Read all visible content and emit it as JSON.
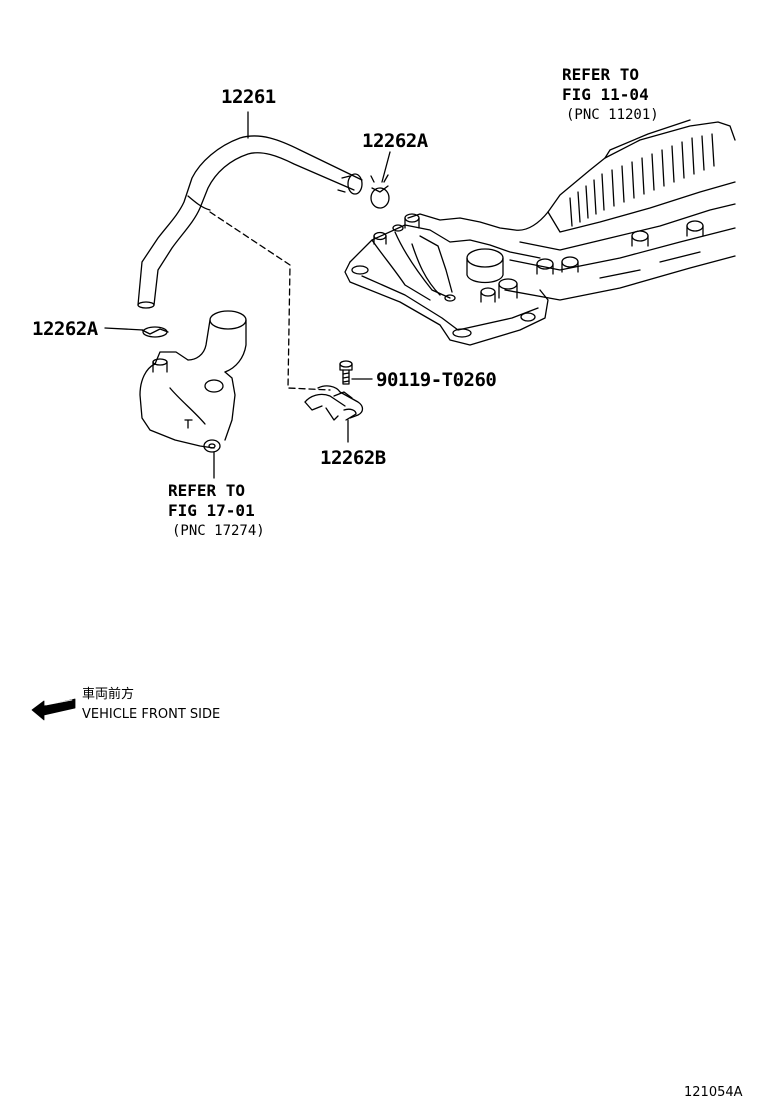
{
  "callouts": {
    "hose": "12261",
    "clip_upper": "12262A",
    "clip_left": "12262A",
    "bolt": "90119-T0260",
    "bracket": "12262B"
  },
  "references": {
    "head_cover": {
      "line1": "REFER TO",
      "line2": "FIG 11-04",
      "line3": "(PNC 11201)"
    },
    "water_outlet": {
      "line1": "REFER TO",
      "line2": "FIG 17-01",
      "line3": "(PNC 17274)"
    }
  },
  "direction": {
    "japanese": "車両前方",
    "english": "VEHICLE FRONT SIDE",
    "icon": "left-arrow-icon"
  },
  "illustration_code": "121054A"
}
